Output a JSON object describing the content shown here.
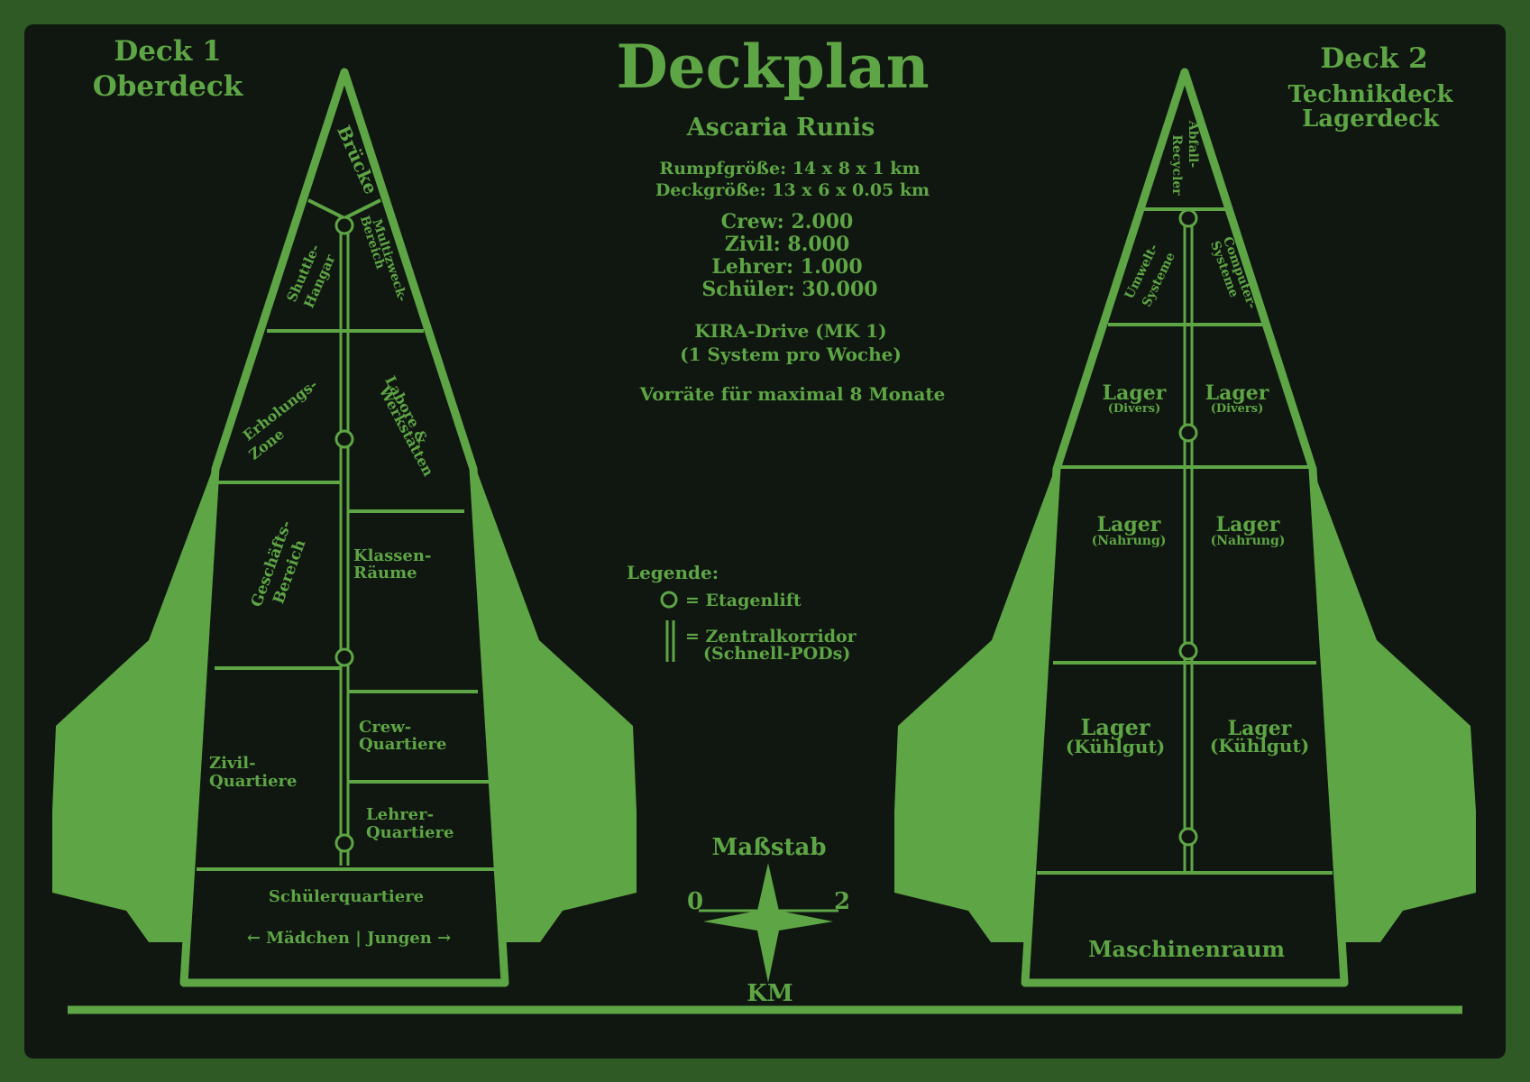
{
  "title": "Deckplan",
  "ship_name": "Ascaria Runis",
  "specs": [
    "Rumpfgröße: 14 x 8 x 1 km",
    "Deckgröße: 13 x 6 x 0.05 km"
  ],
  "population": [
    "Crew: 2.000",
    "Zivil: 8.000",
    "Lehrer: 1.000",
    "Schüler: 30.000"
  ],
  "drive": [
    "KIRA-Drive (MK 1)",
    "(1 System pro Woche)"
  ],
  "supplies": "Vorräte für maximal 8 Monate",
  "legend": {
    "title": "Legende:",
    "lift": "= Etagenlift",
    "corridor_line1": "= Zentralkorridor",
    "corridor_line2": "(Schnell-PODs)"
  },
  "scale": {
    "title": "Maßstab",
    "min": "0",
    "max": "2",
    "unit": "KM"
  },
  "deck1": {
    "name": "Deck 1",
    "subtitle": "Oberdeck",
    "rooms": {
      "bridge": "Brücke",
      "shuttle_1": "Shuttle-",
      "shuttle_2": "Hangar",
      "multi_1": "Multizweck-",
      "multi_2": "Bereich",
      "recreation_1": "Erholungs-",
      "recreation_2": "Zone",
      "labs_1": "Labore &",
      "labs_2": "Werkstätten",
      "business_1": "Geschäfts-",
      "business_2": "Bereich",
      "class_1": "Klassen-",
      "class_2": "Räume",
      "crew_1": "Crew-",
      "crew_2": "Quartiere",
      "civil_1": "Zivil-",
      "civil_2": "Quartiere",
      "teacher_1": "Lehrer-",
      "teacher_2": "Quartiere",
      "students": "Schülerquartiere",
      "gender": "← Mädchen | Jungen →"
    }
  },
  "deck2": {
    "name": "Deck 2",
    "subtitle_1": "Technikdeck",
    "subtitle_2": "Lagerdeck",
    "rooms": {
      "recycler_1": "Abfall-",
      "recycler_2": "Recycler",
      "env_1": "Umwelt-",
      "env_2": "Systeme",
      "comp_1": "Computer-",
      "comp_2": "Systeme",
      "storage": "Lager",
      "misc": "(Divers)",
      "food": "(Nahrung)",
      "cold": "(Kühlgut)",
      "engine": "Maschinenraum"
    }
  },
  "colors": {
    "frame": "#2f5a25",
    "background": "#0f1710",
    "accent": "#5ea545"
  }
}
